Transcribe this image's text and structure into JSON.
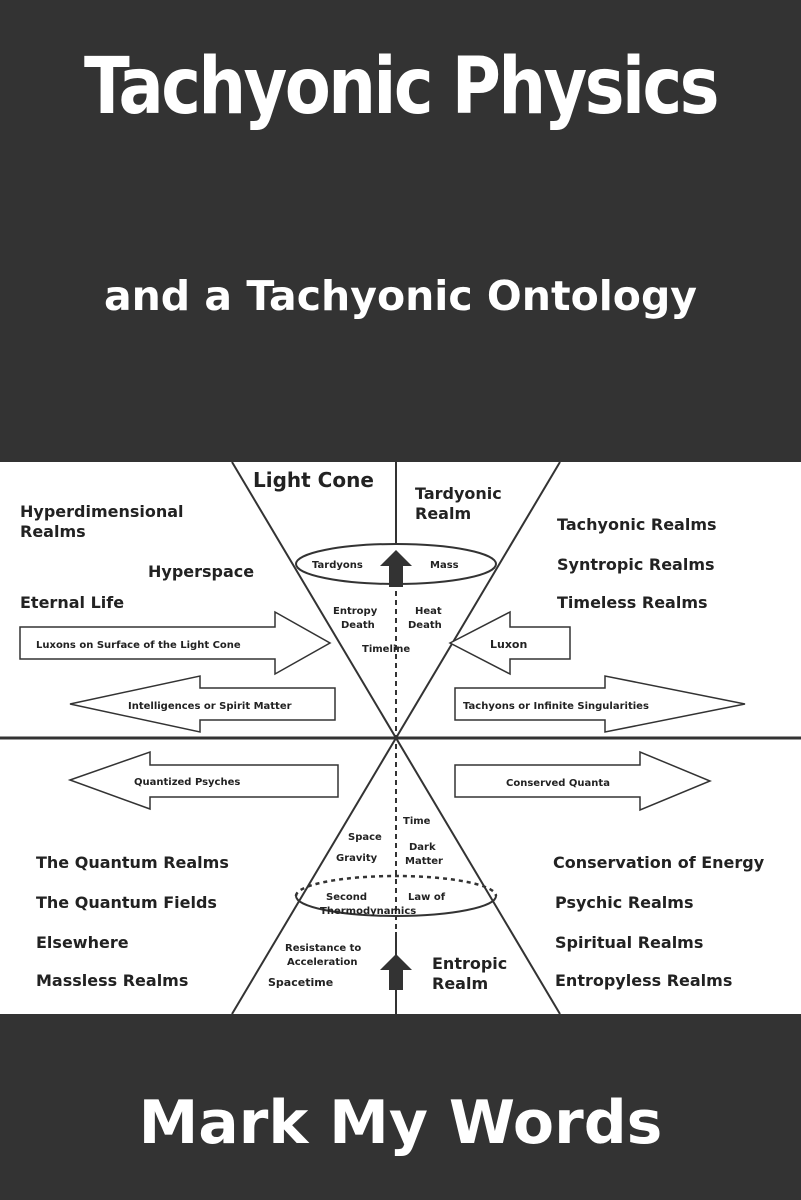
{
  "book": {
    "title": "Tachyonic Physics",
    "subtitle": "and a Tachyonic Ontology",
    "author": "Mark My Words"
  },
  "diagram": {
    "light_cone": "Light Cone",
    "tardyonic_realm_1": "Tardyonic",
    "tardyonic_realm_2": "Realm",
    "hyperdimensional_1": "Hyperdimensional",
    "hyperdimensional_2": "Realms",
    "hyperspace": "Hyperspace",
    "eternal_life": "Eternal Life",
    "tachyonic_realms": "Tachyonic Realms",
    "syntropic_realms": "Syntropic Realms",
    "timeless_realms": "Timeless Realms",
    "tardyons": "Tardyons",
    "mass": "Mass",
    "entropy_death_1": "Entropy",
    "entropy_death_2": "Death",
    "heat_death_1": "Heat",
    "heat_death_2": "Death",
    "timeline": "Timeline",
    "luxons_surface": "Luxons on Surface of the Light Cone",
    "luxon": "Luxon",
    "intelligences": "Intelligences or Spirit Matter",
    "tachyons": "Tachyons or Infinite Singularities",
    "quantized_psyches": "Quantized Psyches",
    "conserved_quanta": "Conserved Quanta",
    "space": "Space",
    "time": "Time",
    "gravity": "Gravity",
    "dark_matter_1": "Dark",
    "dark_matter_2": "Matter",
    "second_1": "Second",
    "second_2": "Thermodynamics",
    "law_of": "Law of",
    "quantum_realms": "The Quantum Realms",
    "quantum_fields": "The Quantum Fields",
    "elsewhere": "Elsewhere",
    "massless_realms": "Massless Realms",
    "conservation_energy": "Conservation of Energy",
    "psychic_realms": "Psychic Realms",
    "spiritual_realms": "Spiritual Realms",
    "entropyless_realms": "Entropyless Realms",
    "resistance_1": "Resistance to",
    "resistance_2": "Acceleration",
    "spacetime": "Spacetime",
    "entropic_realm_1": "Entropic",
    "entropic_realm_2": "Realm"
  }
}
